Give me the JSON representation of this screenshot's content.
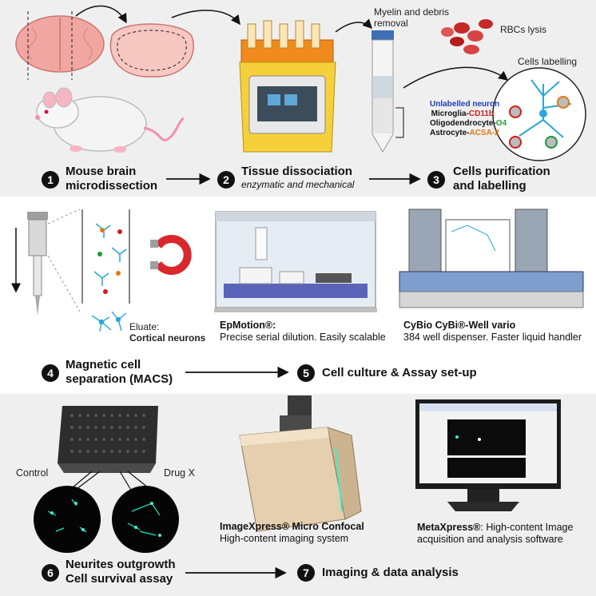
{
  "steps": [
    {
      "n": "1",
      "line1": "Mouse brain",
      "line2": "microdissection"
    },
    {
      "n": "2",
      "line1": "Tissue dissociation",
      "sub": "enzymatic and mechanical"
    },
    {
      "n": "3",
      "line1": "Cells purification",
      "line2": "and labelling"
    },
    {
      "n": "4",
      "line1": "Magnetic cell",
      "line2": "separation (MACS)"
    },
    {
      "n": "5",
      "line1": "Cell culture & Assay set-up"
    },
    {
      "n": "6",
      "line1": "Neurites outgrowth",
      "line2": "Cell survival assay"
    },
    {
      "n": "7",
      "line1": "Imaging & data analysis"
    }
  ],
  "labels": {
    "myelin": "Myelin and debris",
    "myelin2": "removal",
    "rbc": "RBCs lysis",
    "cells_labelling": "Cells labelling",
    "eluate": "Eluate:",
    "cortical": "Cortical neurons",
    "control": "Control",
    "drugx": "Drug X"
  },
  "legend": [
    {
      "name": "Unlabelled neuron",
      "marker": "",
      "color": "#1f3fb5"
    },
    {
      "name": "Microglia-",
      "marker": "CD11b",
      "color": "#d41c1c"
    },
    {
      "name": "Oligodendrocyte-",
      "marker": "O4",
      "color": "#1f9a3a"
    },
    {
      "name": "Astrocyte-",
      "marker": "ACSA-2",
      "color": "#e07a12"
    }
  ],
  "instruments": {
    "epmotion_name": "EpMotion®:",
    "epmotion_desc": "Precise serial dilution. Easily scalable",
    "cybio_name": "CyBio CyBi®-Well vario",
    "cybio_desc": "384 well dispenser. Faster liquid handler",
    "ixm_name": "ImageXpress® Micro Confocal",
    "ixm_desc": "High-content imaging system",
    "mx_name": "MetaXpress®",
    "mx_desc1": ": High-content Image",
    "mx_desc2": "acquisition and analysis software"
  },
  "colors": {
    "panel_gray": "#efefef",
    "neuron_blue": "#2aa7d8",
    "magnet_red": "#d9272e",
    "brain_pink": "#f2a6a2"
  }
}
